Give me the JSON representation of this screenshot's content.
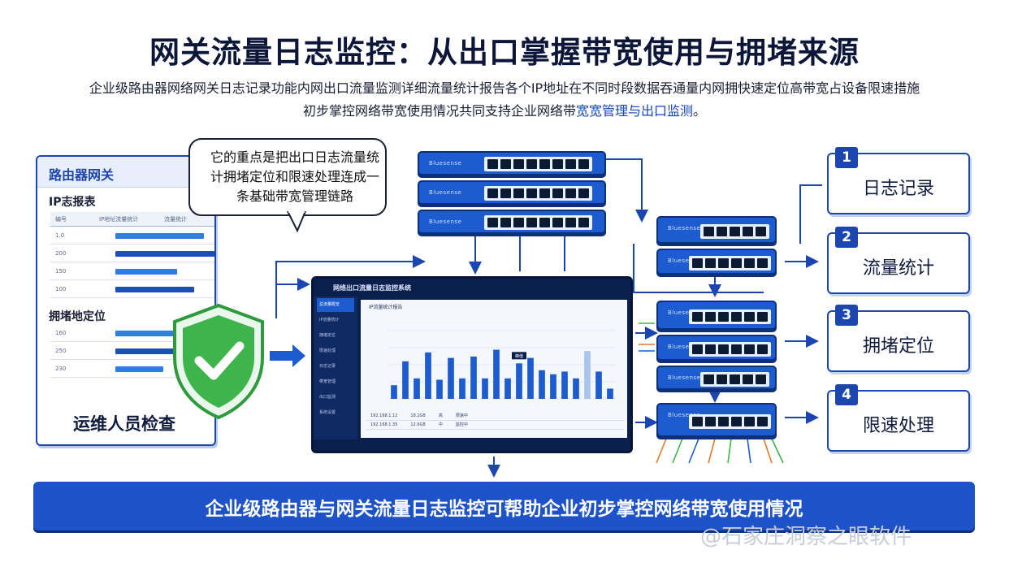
{
  "title": "网关流量日志监控：从出口掌握带宽使用与拥堵来源",
  "subtitle": {
    "line1": "企业级路由器网络网关日志记录功能内网出口流量监测详细流量统计报告各个IP地址在不同时段数据吞通量内网拥快速定位高带宽占设备限速措施",
    "line2_plain": "初步掌控网络带宽使用情况共同支持企业网络带",
    "line2_highlight": "宽宽管理与出口监测",
    "line2_end": "。"
  },
  "report": {
    "header": "路由器网关",
    "section1": "IP志报表",
    "section1_cols": [
      "编号",
      "IP地址流量统计",
      "流量统计"
    ],
    "section1_rows": [
      {
        "num": "1.0",
        "fill": 0.52
      },
      {
        "num": "200",
        "fill": 0.58
      },
      {
        "num": "150",
        "fill": 0.36
      },
      {
        "num": "100",
        "fill": 0.46
      }
    ],
    "section2": "拥堵地定位",
    "section2_rows": [
      {
        "num": "160",
        "fill": 0.52
      },
      {
        "num": "250",
        "fill": 0.46
      },
      {
        "num": "230",
        "fill": 0.28
      }
    ],
    "footer": "运维人员检查"
  },
  "bubble": {
    "text": "它的重点是把出口日志流量统计拥堵定位和限速处理连成一条基础带宽管理链路"
  },
  "switch_brand": "Bluesense",
  "monitor": {
    "title": "网络出口流量日志监控系统",
    "sidebar": [
      "总流量概览",
      "IP流量统计",
      "拥堵定位",
      "限速处理",
      "日志记录",
      "带宽管理",
      "出口监测",
      "系统设置"
    ],
    "crumb": "IP流量统计报告",
    "table_rows": [
      [
        "192.168.1.12",
        "18.2GB",
        "高",
        "限速中"
      ],
      [
        "192.168.1.35",
        "12.6GB",
        "中",
        "监控中"
      ]
    ]
  },
  "chart_data": {
    "type": "bar",
    "title": "",
    "xlabel": "",
    "ylabel": "",
    "ylim": [
      0,
      100
    ],
    "values": [
      20,
      55,
      30,
      68,
      28,
      60,
      30,
      62,
      30,
      72,
      30,
      52,
      60,
      42,
      36,
      40,
      30,
      70,
      40,
      15
    ],
    "highlight_index": 11,
    "highlight_label": "峰值",
    "colors": {
      "bar": "#1d5bd0",
      "light": "#a9c4ef"
    }
  },
  "steps": [
    {
      "num": "1",
      "label": "日志记录"
    },
    {
      "num": "2",
      "label": "流量统计"
    },
    {
      "num": "3",
      "label": "拥堵定位"
    },
    {
      "num": "4",
      "label": "限速处理"
    }
  ],
  "banner": "企业级路由器与网关流量日志监控可帮助企业初步掌控网络带宽使用情况",
  "watermark": "@石家庄洞察之眼软件",
  "colors": {
    "primary": "#1b46b0",
    "accent": "#1d5bd0",
    "shield": "#3db54a"
  }
}
